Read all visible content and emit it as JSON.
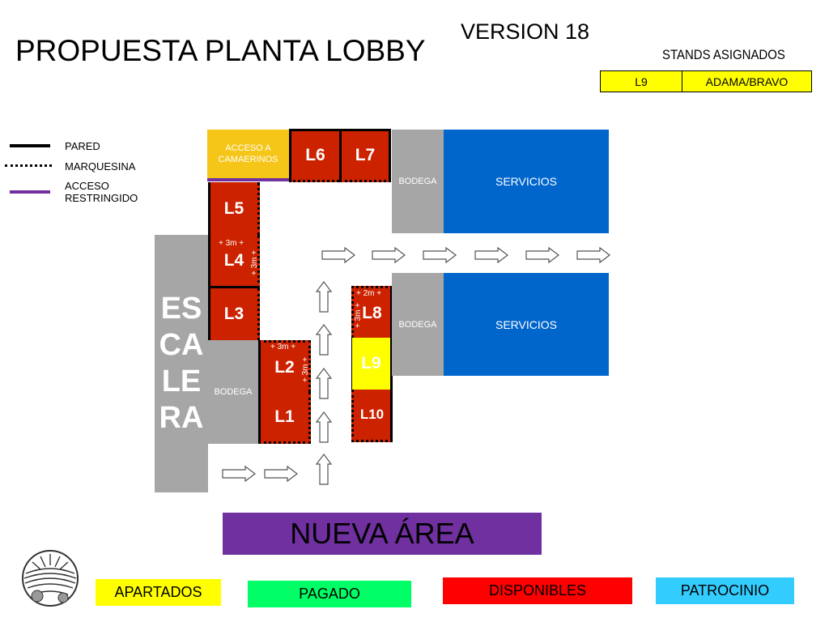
{
  "header": {
    "title": "PROPUESTA PLANTA LOBBY",
    "version": "VERSION 18",
    "assigned_title": "STANDS ASIGNADOS",
    "assigned": [
      {
        "stand": "L9",
        "name": "ADAMA/BRAVO"
      }
    ]
  },
  "legend": [
    {
      "label": "PARED",
      "style": "solid",
      "color": "#000000"
    },
    {
      "label": "MARQUESINA",
      "style": "dotted",
      "color": "#000000"
    },
    {
      "label": "ACCESO\nRESTRINGIDO",
      "style": "solid",
      "color": "#7030a0"
    }
  ],
  "plan": {
    "acceso": "ACCESO A\nCAMAERINOS",
    "escalera": "ES\nCA\nLE\nRA",
    "bodega_top": "BODEGA",
    "bodega_mid": "BODEGA",
    "bodega_left": "BODEGA",
    "servicios_top": "SERVICIOS",
    "servicios_mid": "SERVICIOS",
    "stands": {
      "L1": "L1",
      "L2": "L2",
      "L3": "L3",
      "L4": "L4",
      "L5": "L5",
      "L6": "L6",
      "L7": "L7",
      "L8": "L8",
      "L9": "L9",
      "L10": "L10"
    },
    "measures": {
      "l4_top": "+ 3m +",
      "l4_side": "+ 3m +",
      "l2_top": "+ 3m +",
      "l2_side": "+ 3m +",
      "l8_top": "+ 2m +",
      "l8_side": "+ 3m +"
    }
  },
  "nueva_area": "NUEVA ÁREA",
  "status_legend": [
    {
      "label": "APARTADOS",
      "color": "#ffff00"
    },
    {
      "label": "PAGADO",
      "color": "#00ff66"
    },
    {
      "label": "DISPONIBLES",
      "color": "#ff0000"
    },
    {
      "label": "PATROCINIO",
      "color": "#33ccff"
    }
  ],
  "colors": {
    "stand": "#cc2200",
    "assigned": "#ffff00",
    "bodega": "#a6a6a6",
    "servicios": "#0066cc",
    "acceso": "#f5c518",
    "nueva_area": "#7030a0"
  }
}
